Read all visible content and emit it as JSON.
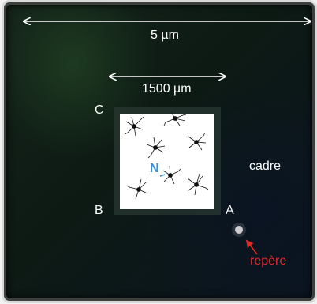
{
  "image": {
    "scale_top": "5 µm",
    "scale_inner": "1500 µm",
    "corner_c": "C",
    "corner_b": "B",
    "corner_a": "A",
    "center_marker": "N",
    "frame_label": "cadre",
    "marker_label": "repère"
  },
  "colors": {
    "background_dark": "#0d1a14",
    "arrow_white": "#ffffff",
    "arrow_red": "#e02b2b",
    "n_blue": "#3a8fd0",
    "square": "#ffffff",
    "cells": "#111111"
  }
}
